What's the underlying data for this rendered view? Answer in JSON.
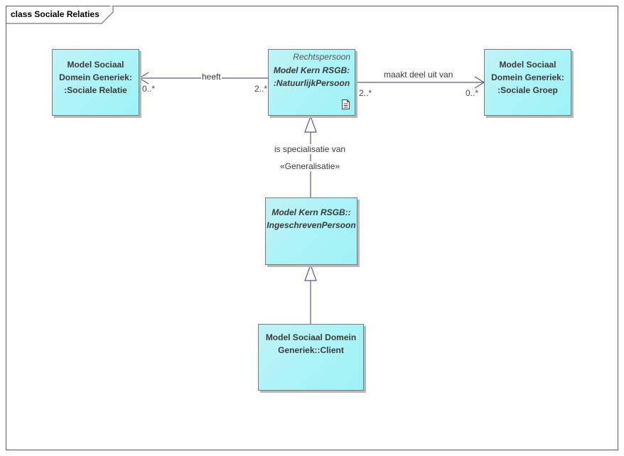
{
  "frame": {
    "title": "class Sociale Relaties"
  },
  "classes": {
    "sociale_relatie": {
      "name": "Model Sociaal\nDomein Generiek:\n:Sociale Relatie"
    },
    "natuurlijk_persoon": {
      "parent_name": "Rechtspersoon",
      "name": "Model Kern RSGB:\n:NatuurlijkPersoon"
    },
    "sociale_groep": {
      "name": "Model Sociaal\nDomein Generiek:\n:Sociale Groep"
    },
    "ingeschreven_persoon": {
      "name": "Model Kern RSGB::\nIngeschrevenPersoon"
    },
    "client": {
      "name": "Model Sociaal Domein\nGeneriek::Client"
    }
  },
  "relations": {
    "heeft": {
      "label": "heeft",
      "source_mult": "2..*",
      "target_mult": "0..*"
    },
    "maakt_deel_uit_van": {
      "label": "maakt deel uit van",
      "source_mult": "2..*",
      "target_mult": "0..*"
    },
    "specialisatie": {
      "label": "is specialisatie van",
      "stereotype": "«Generalisatie»"
    }
  },
  "colors": {
    "class_fill": "#aef3f7",
    "line": "#4a4a7a",
    "border": "#7a7a7a"
  }
}
